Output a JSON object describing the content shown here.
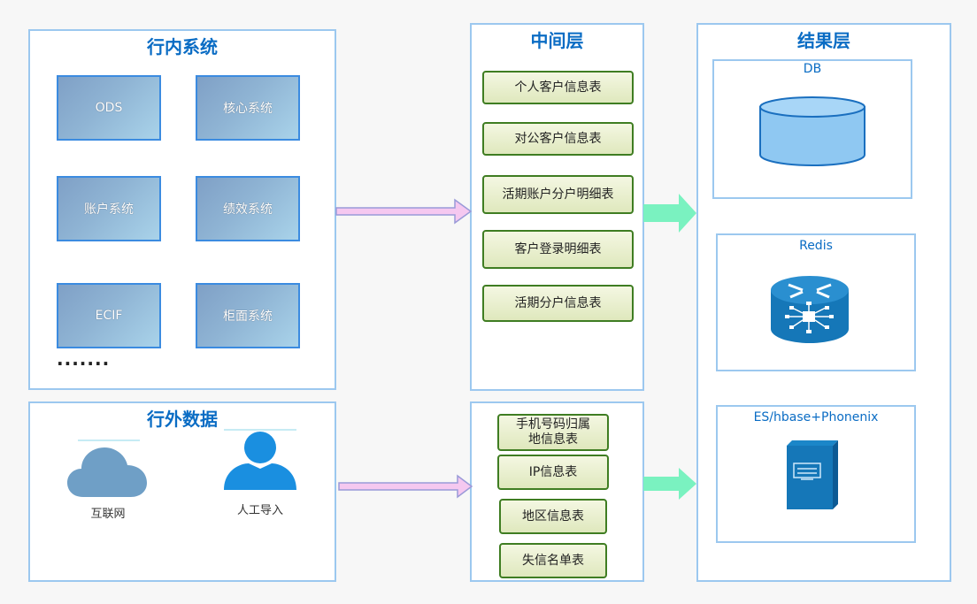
{
  "internal": {
    "title": "行内系统",
    "systems": [
      "ODS",
      "核心系统",
      "账户系统",
      "绩效系统",
      "ECIF",
      "柜面系统"
    ],
    "more": "·······"
  },
  "external": {
    "title": "行外数据",
    "sources": [
      "互联网",
      "人工导入"
    ]
  },
  "middle": {
    "title": "中间层",
    "tables_top": [
      "个人客户信息表",
      "对公客户信息表",
      "活期账户分户明细表",
      "客户登录明细表",
      "活期分户信息表"
    ],
    "tables_bottom": [
      "手机号码归属\n地信息表",
      "IP信息表",
      "地区信息表",
      "失信名单表"
    ]
  },
  "result": {
    "title": "结果层",
    "stores": [
      "DB",
      "Redis",
      "ES/hbase+Phonenix"
    ]
  },
  "colors": {
    "panel_border": "#9cc8ef",
    "title": "#0a6cc4",
    "pink_arrow": "#f5c8f0",
    "green_arrow": "#7af2c0",
    "green_border": "#3f7d22"
  }
}
